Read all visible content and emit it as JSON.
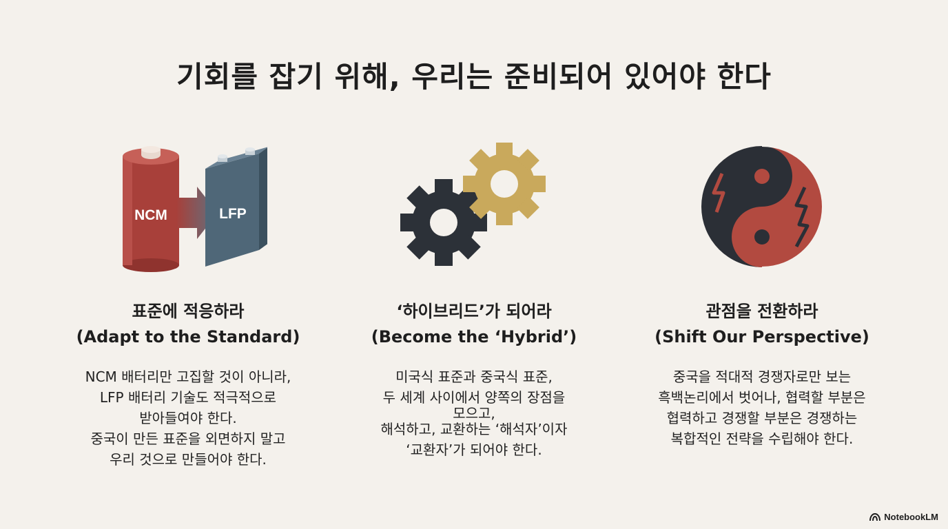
{
  "title": "기회를 잡기 위해, 우리는 준비되어 있어야 한다",
  "columns": [
    {
      "icon": "battery-conversion-icon",
      "icon_labels": {
        "left": "NCM",
        "right": "LFP"
      },
      "heading_ko": "표준에 적응하라",
      "heading_en": "(Adapt to the Standard)",
      "body": [
        "NCM 배터리만 고집할 것이 아니라,",
        "LFP 배터리 기술도 적극적으로",
        "받아들여야 한다.",
        "중국이 만든 표준을 외면하지 말고",
        "우리 것으로 만들어야 한다."
      ]
    },
    {
      "icon": "gears-icon",
      "heading_ko": "‘하이브리드’가 되어라",
      "heading_en": "(Become the ‘Hybrid’)",
      "body": [
        "미국식 표준과 중국식 표준,",
        "두 세계 사이에서 양쪽의 장점을",
        "모으고,",
        "해석하고, 교환하는 ‘해석자’이자",
        "‘교환자’가 되어야 한다."
      ]
    },
    {
      "icon": "yin-yang-icon",
      "heading_ko": "관점을 전환하라",
      "heading_en": "(Shift Our Perspective)",
      "body": [
        "중국을 적대적 경쟁자로만 보는",
        "흑백논리에서 벗어나, 협력할 부분은",
        "협력하고 경쟁할 부분은 경쟁하는",
        "복합적인 전략을 수립해야 한다."
      ]
    }
  ],
  "brand": "NotebookLM",
  "colors": {
    "red": "#a8403a",
    "blue": "#4f6778",
    "gold": "#c9a95c",
    "dark": "#2c3138",
    "background": "#f4f1ec"
  }
}
